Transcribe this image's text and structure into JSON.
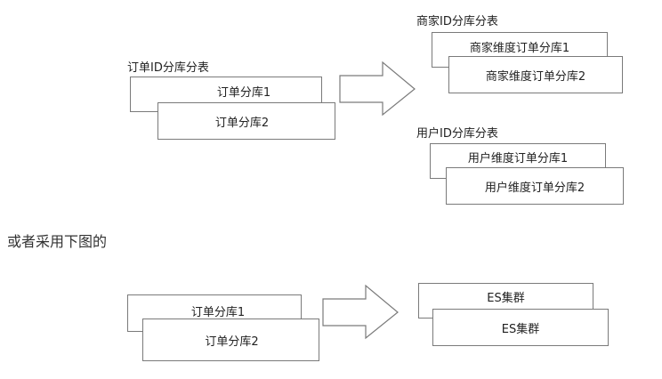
{
  "diagram1": {
    "source": {
      "title": "订单ID分库分表",
      "box1": "订单分库1",
      "box2": "订单分库2"
    },
    "target_merchant": {
      "title": "商家ID分库分表",
      "box1": "商家维度订单分库1",
      "box2": "商家维度订单分库2"
    },
    "target_user": {
      "title": "用户ID分库分表",
      "box1": "用户维度订单分库1",
      "box2": "用户维度订单分库2"
    }
  },
  "separator_text": "或者采用下图的",
  "diagram2": {
    "source": {
      "box1": "订单分库1",
      "box2": "订单分库2"
    },
    "target": {
      "box1": "ES集群",
      "box2": "ES集群"
    }
  }
}
